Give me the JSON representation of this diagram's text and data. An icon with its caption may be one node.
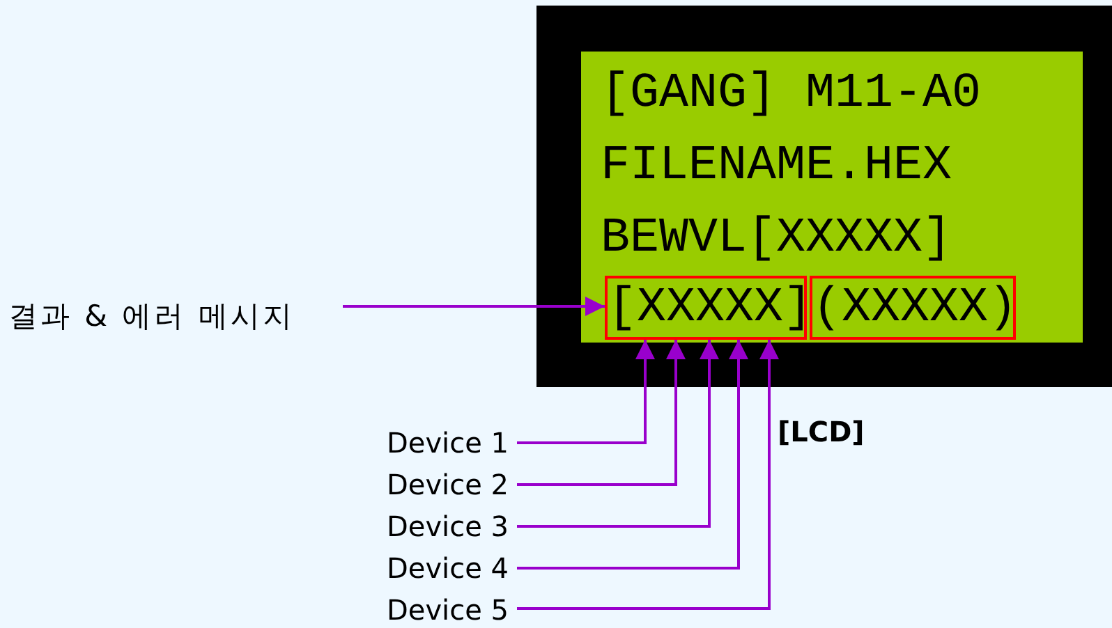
{
  "diagram": {
    "nodes": [
      {
        "text": [],
        "shape": "box",
        "beside": [
          "[LCD]"
        ]
      },
      {
        "text": [
          "[GANG] M11-A0",
          "FILENAME.HEX",
          "BEWVL[XXXXX]"
        ],
        "in": 0
      },
      {
        "text": [
          "[XXXXX]"
        ],
        "in": 1
      },
      {
        "text": [
          "(XXXXX)"
        ],
        "in": 1
      },
      {
        "text": [
          "결과 & 에러 메시지"
        ]
      },
      {
        "text": [
          "Device 1"
        ]
      },
      {
        "text": [
          "Device 2"
        ]
      },
      {
        "text": [
          "Device 3"
        ]
      },
      {
        "text": [
          "Device 4"
        ]
      },
      {
        "text": [
          "Device 5"
        ]
      }
    ],
    "edges": [
      {
        "from": 4,
        "to": 2,
        "arrow": "to"
      },
      {
        "from": 5,
        "to": 2,
        "arrow": "to"
      },
      {
        "from": 6,
        "to": 2,
        "arrow": "to"
      },
      {
        "from": 7,
        "to": 2,
        "arrow": "to"
      },
      {
        "from": 8,
        "to": 2,
        "arrow": "to"
      },
      {
        "from": 9,
        "to": 2,
        "arrow": "to"
      }
    ]
  }
}
